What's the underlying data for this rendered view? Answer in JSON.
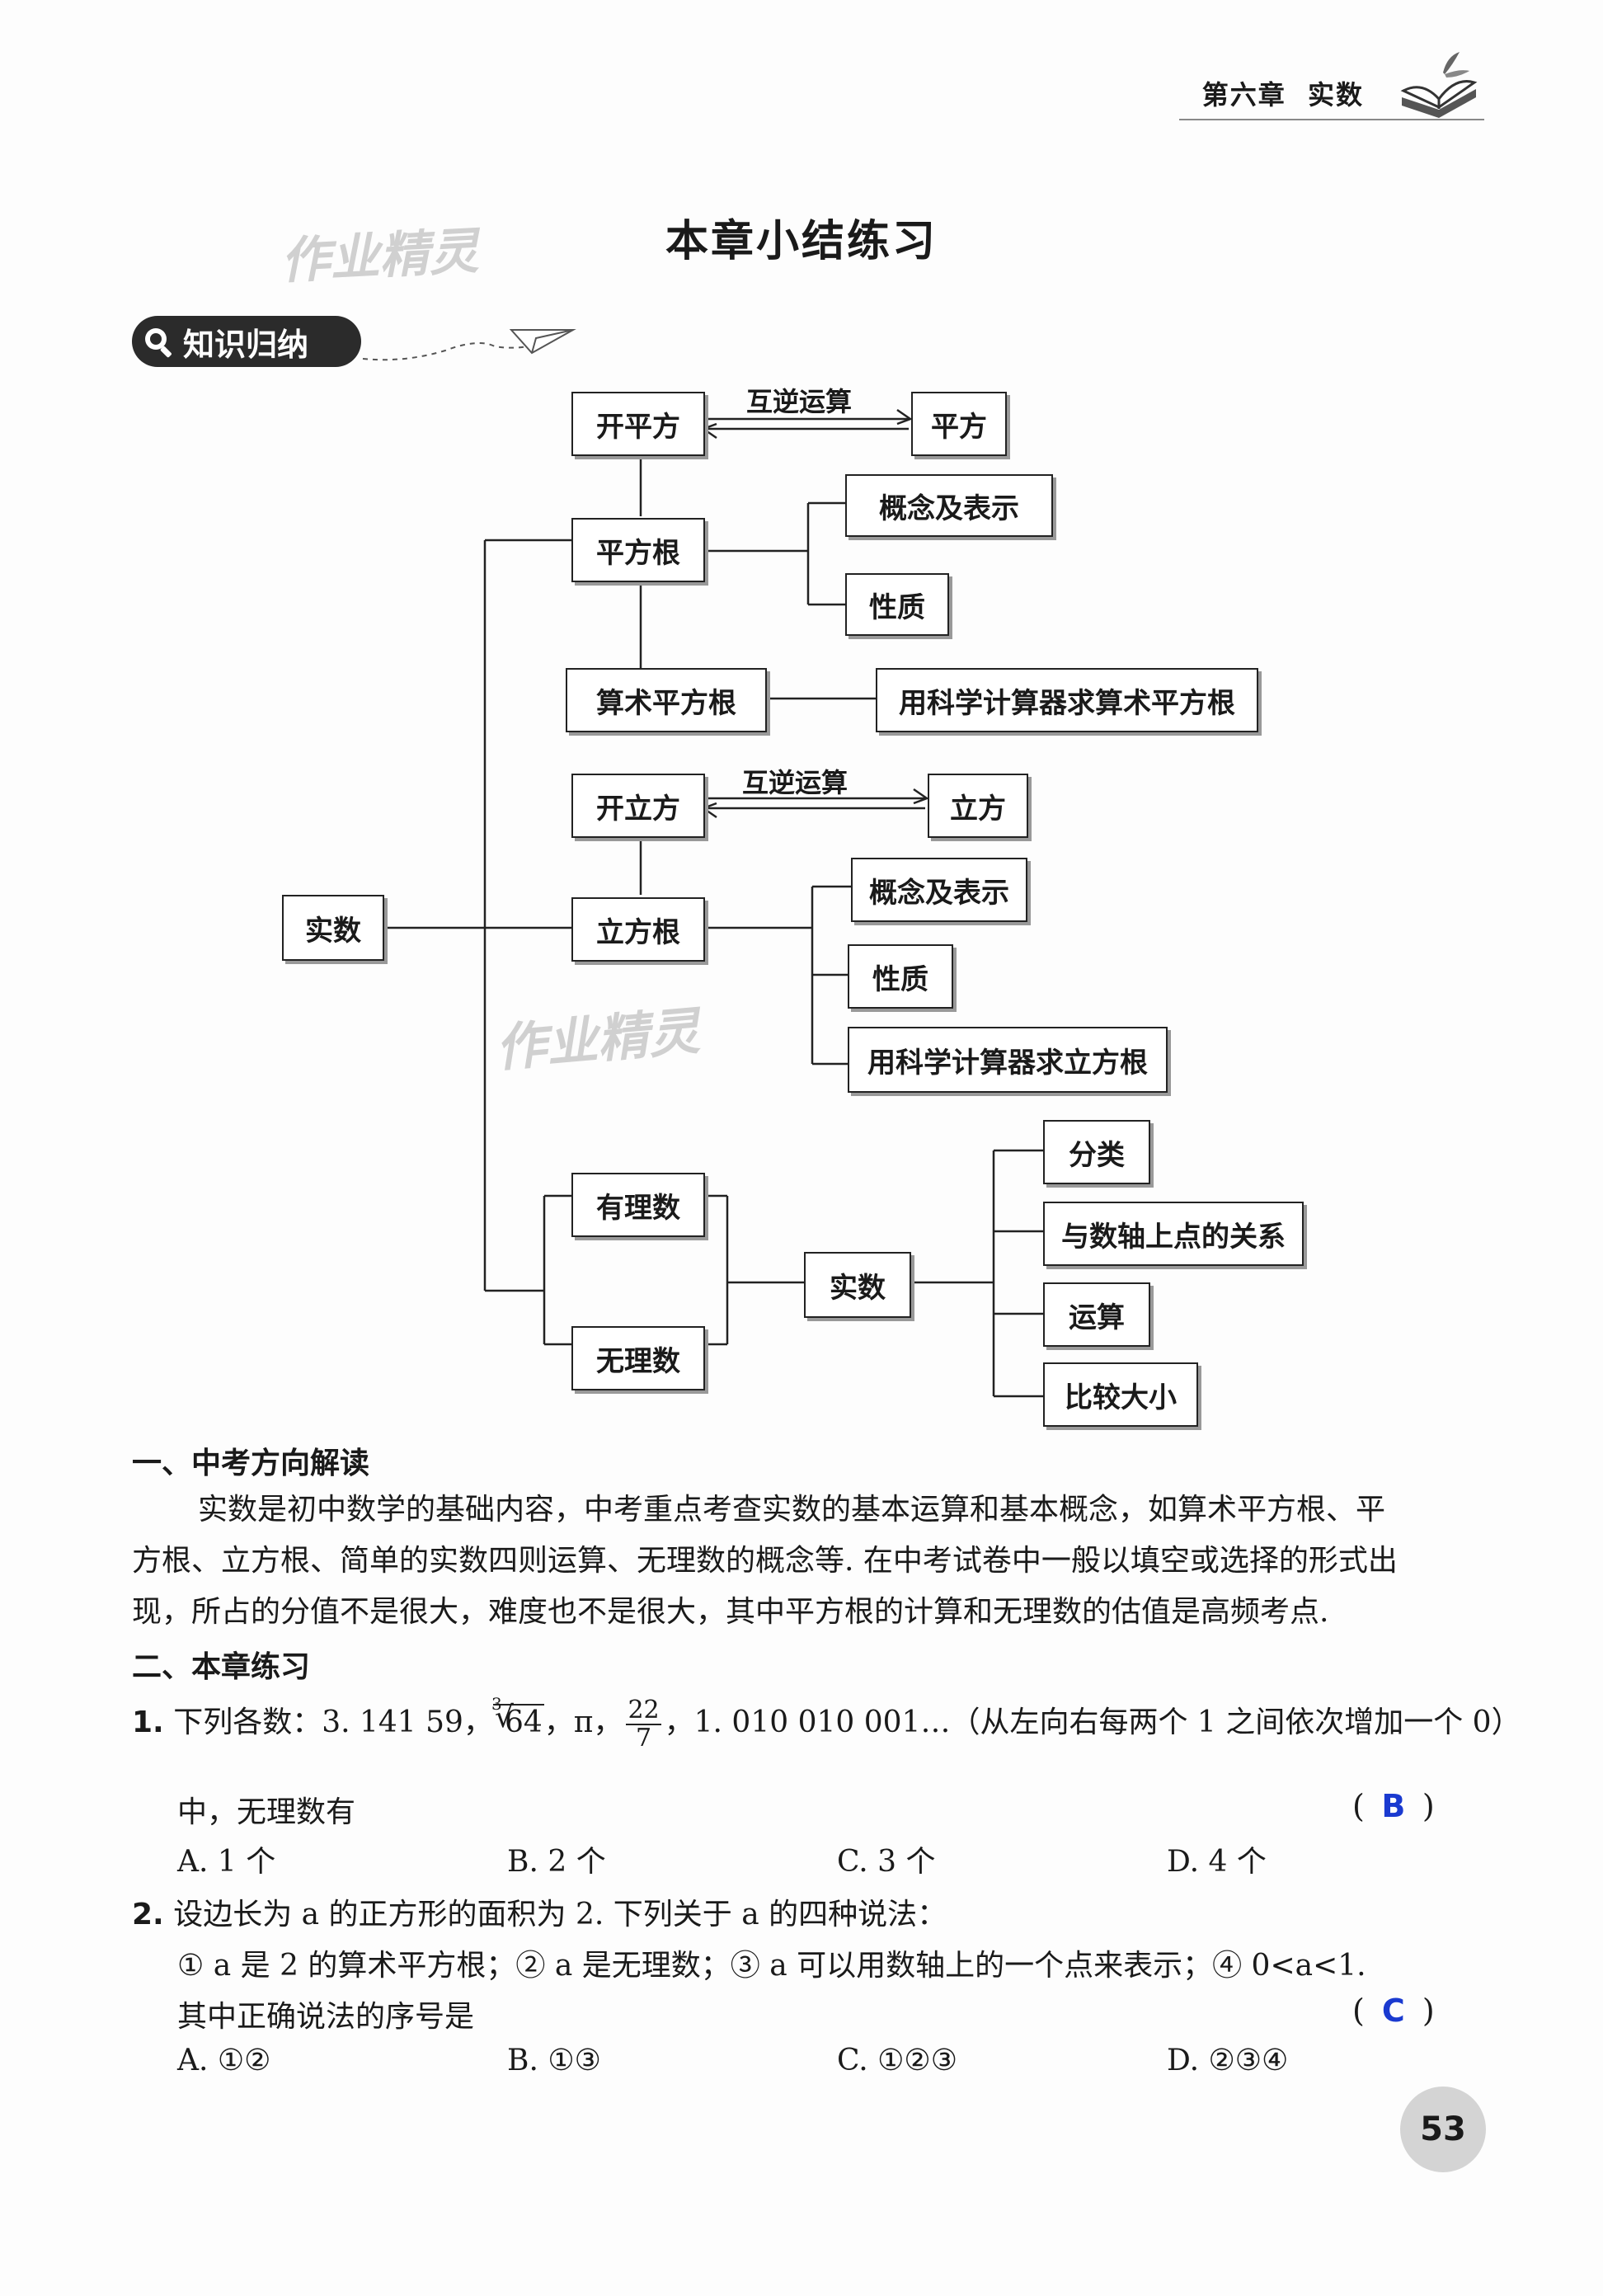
{
  "header": {
    "chapter": "第六章",
    "subject": "实数"
  },
  "watermark": "作业精灵",
  "title": "本章小结练习",
  "section_badge": "知识归纳",
  "diagram": {
    "root": "实数",
    "sqrt_group": {
      "kai_pingfang": "开平方",
      "relation": "互逆运算",
      "pingfang": "平方",
      "pingfanggen": "平方根",
      "concept": "概念及表示",
      "property": "性质",
      "suanshu_pingfanggen": "算术平方根",
      "calculator": "用科学计算器求算术平方根"
    },
    "cbrt_group": {
      "kai_lifang": "开立方",
      "relation": "互逆运算",
      "lifang": "立方",
      "lifanggen": "立方根",
      "concept": "概念及表示",
      "property": "性质",
      "calculator": "用科学计算器求立方根"
    },
    "real_group": {
      "youlishu": "有理数",
      "wulishu": "无理数",
      "shishu": "实数",
      "classify": "分类",
      "numberline": "与数轴上点的关系",
      "operation": "运算",
      "compare": "比较大小"
    }
  },
  "section1": {
    "heading": "一、中考方向解读",
    "lines": [
      "实数是初中数学的基础内容，中考重点考查实数的基本运算和基本概念，如算术平方根、平",
      "方根、立方根、简单的实数四则运算、无理数的概念等. 在中考试卷中一般以填空或选择的形式出",
      "现，所占的分值不是很大，难度也不是很大，其中平方根的计算和无理数的估值是高频考点."
    ]
  },
  "section2": {
    "heading": "二、本章练习",
    "questions": [
      {
        "number": "1.",
        "stem_prefix": "下列各数：3. 141 59，",
        "cbrt_index": "3",
        "cbrt_radicand": "64",
        "stem_pi": "，π，",
        "frac_num": "22",
        "frac_den": "7",
        "stem_suffix": "，1. 010 010 001…（从左向右每两个 1 之间依次增加一个 0）",
        "stem_line2": "中，无理数有",
        "answer": "B",
        "options": [
          "A.  1 个",
          "B.  2 个",
          "C.  3 个",
          "D.  4 个"
        ]
      },
      {
        "number": "2.",
        "stem_line1": "设边长为 a 的正方形的面积为 2. 下列关于 a 的四种说法：",
        "stem_line2": "① a 是 2 的算术平方根；② a 是无理数；③ a 可以用数轴上的一个点来表示；④ 0<a<1.",
        "stem_line3": "其中正确说法的序号是",
        "answer": "C",
        "options": [
          "A.  ①②",
          "B.  ①③",
          "C.  ①②③",
          "D.  ②③④"
        ]
      }
    ]
  },
  "page_number": "53"
}
